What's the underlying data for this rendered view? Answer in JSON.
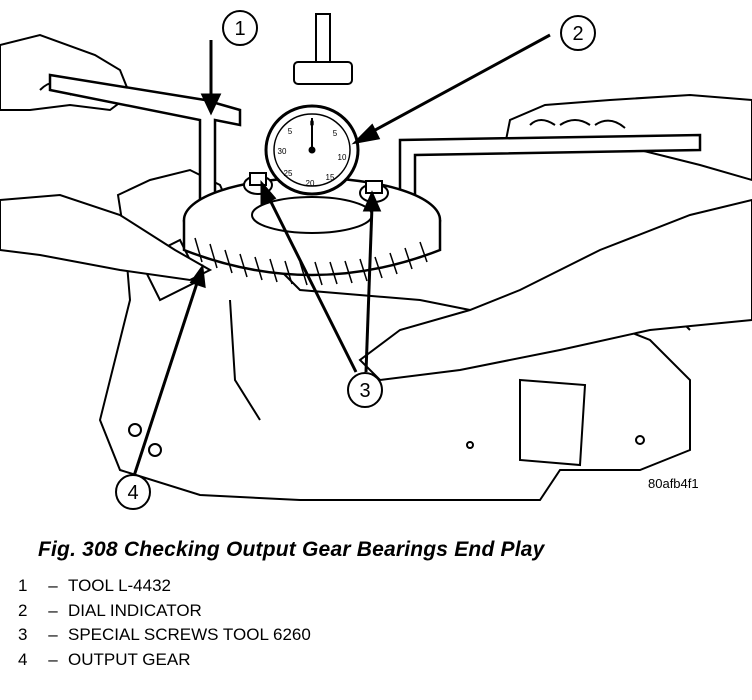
{
  "figure": {
    "image_code": "80afb4f1",
    "caption": "Fig. 308 Checking Output Gear Bearings End Play",
    "callouts": [
      "1",
      "2",
      "3",
      "4"
    ],
    "legend": [
      {
        "num": "1",
        "dash": "–",
        "text": "TOOL L-4432"
      },
      {
        "num": "2",
        "dash": "–",
        "text": "DIAL INDICATOR"
      },
      {
        "num": "3",
        "dash": "–",
        "text": "SPECIAL SCREWS TOOL 6260"
      },
      {
        "num": "4",
        "dash": "–",
        "text": "OUTPUT GEAR"
      }
    ]
  }
}
